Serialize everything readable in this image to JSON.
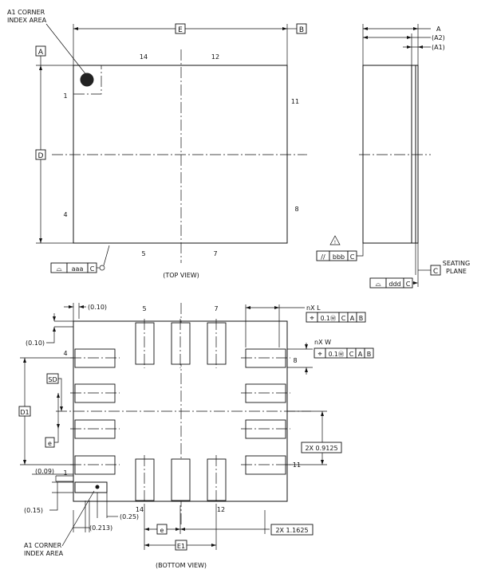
{
  "top_view": {
    "a1_index_label": [
      "A1 CORNER",
      "INDEX AREA"
    ],
    "datum_a": "A",
    "datum_b": "B",
    "dim_e": "E",
    "dim_d": "D",
    "pins": {
      "p14": "14",
      "p12": "12",
      "p1": "1",
      "p11": "11",
      "p4": "4",
      "p8": "8",
      "p5": "5",
      "p7": "7"
    },
    "flatness": {
      "sym": "⌓",
      "tol": "aaa",
      "ref": "C"
    },
    "view_label": "(TOP VIEW)"
  },
  "side_view": {
    "dim_a": "A",
    "dim_a2": "(A2)",
    "dim_a1": "(A1)",
    "warn": "!",
    "parallel": {
      "sym": "//",
      "tol": "bbb",
      "ref": "C"
    },
    "seating_datum": "C",
    "seating_label": [
      "SEATING",
      "PLANE"
    ],
    "profile": {
      "sym": "⌓",
      "tol": "ddd",
      "ref": "C"
    }
  },
  "bottom_view": {
    "dim_010_top": "(0.10)",
    "dim_010_left": "(0.10)",
    "dim_009": "(0.09)",
    "dim_015": "(0.15)",
    "dim_025": "(0.25)",
    "dim_0213": "(0.213)",
    "pins": {
      "p5": "5",
      "p7": "7",
      "p4": "4",
      "p8": "8",
      "p1": "1",
      "p11": "11",
      "p14": "14",
      "p12": "12"
    },
    "nxl": "nX  L",
    "nxw": "nX  W",
    "fcf_l": {
      "sym": "⌖",
      "tol": "0.1Ⓜ",
      "r1": "C",
      "r2": "A",
      "r3": "B"
    },
    "fcf_w": {
      "sym": "⌖",
      "tol": "0.1Ⓜ",
      "r1": "C",
      "r2": "A",
      "r3": "B"
    },
    "sd": "SD",
    "d1": "D1",
    "e_small": "e",
    "dim_09125": "2X  0.9125",
    "dim_11625": "2X  1.1625",
    "e_bottom": "e",
    "e1": "E1",
    "a1_index_label": [
      "A1 CORNER",
      "INDEX AREA"
    ],
    "view_label": "(BOTTOM VIEW)"
  }
}
